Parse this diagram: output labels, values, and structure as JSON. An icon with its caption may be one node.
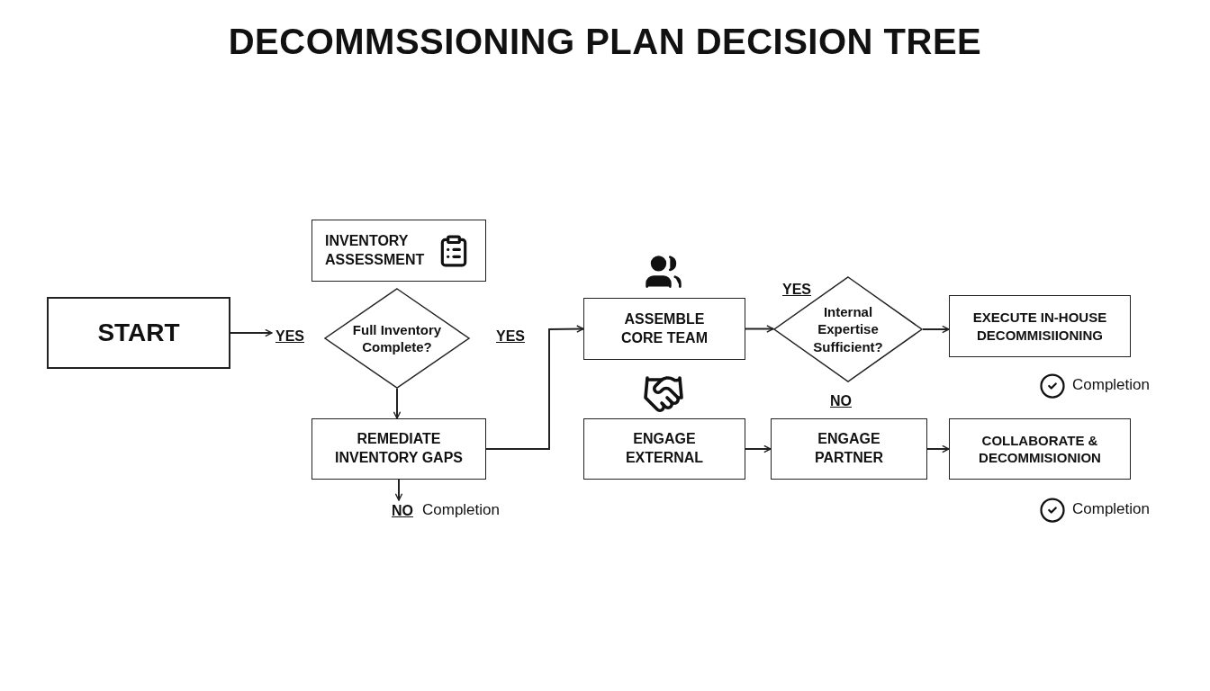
{
  "diagram": {
    "title": "DECOMMSSIONING PLAN DECISION TREE",
    "nodes": [
      {
        "text": [
          "START"
        ]
      },
      {
        "text": [
          "INVENTORY ASSESSMENT"
        ]
      },
      {
        "text": [
          "Full Inventory Complete?"
        ]
      },
      {
        "text": [
          "REMEDIATE INVENTORY GAPS"
        ]
      },
      {
        "text": [
          "ASSEMBLE CORE TEAM"
        ]
      },
      {
        "text": [
          "Internal Expertise Sufficient?"
        ]
      },
      {
        "text": [
          "EXECUTE IN-HOUSE DECOMMISIIONING"
        ]
      },
      {
        "text": [
          "ENGAGE EXTERNAL"
        ]
      },
      {
        "text": [
          "ENGAGE PARTNER"
        ]
      },
      {
        "text": [
          "COLLABORATE & DECOMMISIONION"
        ]
      },
      {
        "text": [
          "YES"
        ]
      },
      {
        "text": [
          "NO"
        ]
      }
    ],
    "edges": [
      {
        "from": 0,
        "to": 10,
        "arrow": "to"
      },
      {
        "from": 2,
        "to": 3,
        "arrow": "to"
      },
      {
        "from": 3,
        "to": 4,
        "arrow": "to"
      },
      {
        "from": 4,
        "to": 5,
        "arrow": "to"
      },
      {
        "from": 5,
        "to": 6,
        "arrow": "to"
      },
      {
        "from": 7,
        "to": 8,
        "arrow": "to"
      },
      {
        "from": 8,
        "to": 9,
        "arrow": "to"
      },
      {
        "from": 3,
        "to": 11,
        "arrow": "to"
      }
    ],
    "labels": [
      "YES",
      "YES",
      "Completion",
      "NO",
      "Completion",
      "Completion"
    ]
  }
}
